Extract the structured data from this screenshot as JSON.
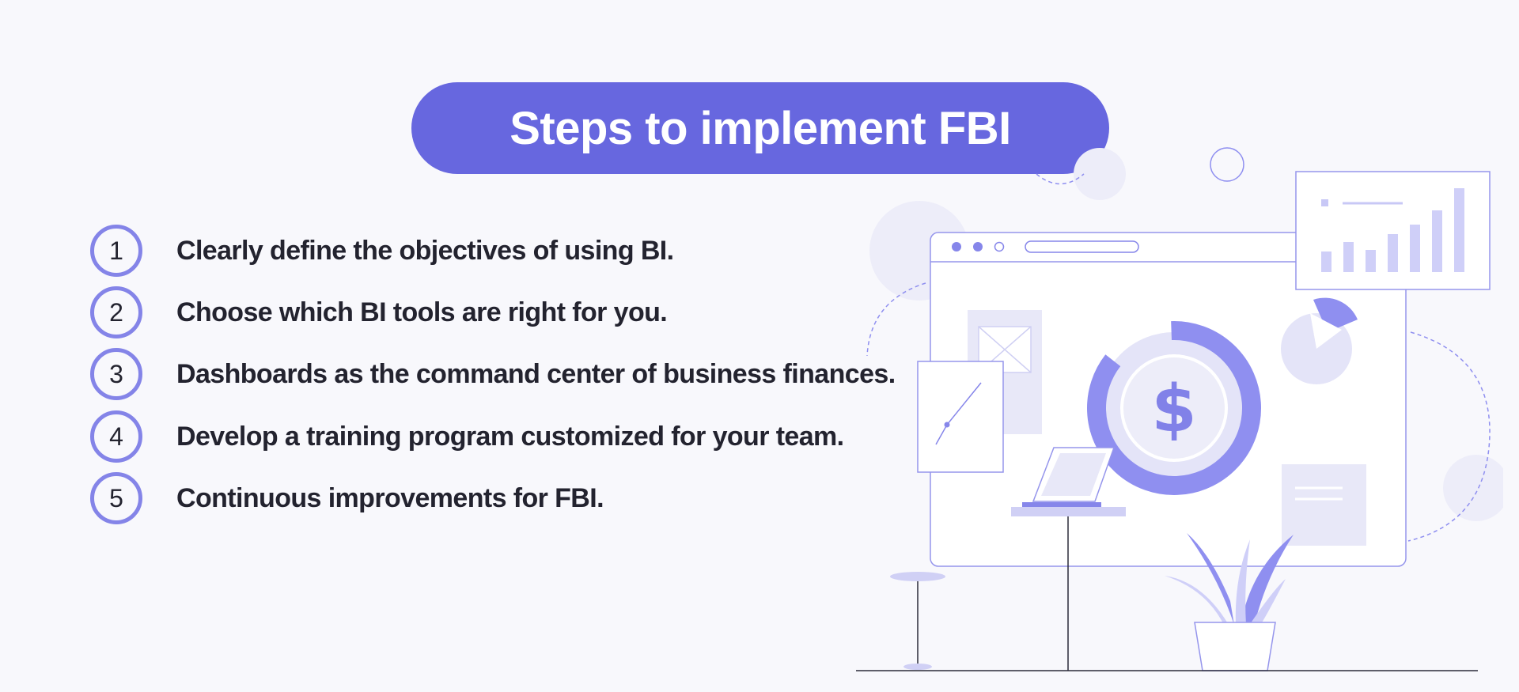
{
  "title": "Steps to implement FBI",
  "steps": [
    {
      "number": "1",
      "text": "Clearly define the objectives of using BI."
    },
    {
      "number": "2",
      "text": "Choose which BI tools are right for you."
    },
    {
      "number": "3",
      "text": "Dashboards as the command center of business finances."
    },
    {
      "number": "4",
      "text": "Develop a training program customized for your team."
    },
    {
      "number": "5",
      "text": "Continuous improvements for FBI."
    }
  ],
  "illustration": {
    "currency_symbol": "$",
    "icons": [
      "browser-window-icon",
      "dollar-donut-icon",
      "bar-chart-icon",
      "pie-chart-icon",
      "laptop-icon",
      "plant-icon",
      "line-chart-icon",
      "image-placeholder-icon",
      "text-card-icon",
      "stool-icon"
    ]
  },
  "colors": {
    "accent": "#6767df",
    "accent_light": "#8f8ff0",
    "accent_pale": "#e4e4f8",
    "text": "#23232f",
    "background": "#f8f8fc"
  }
}
